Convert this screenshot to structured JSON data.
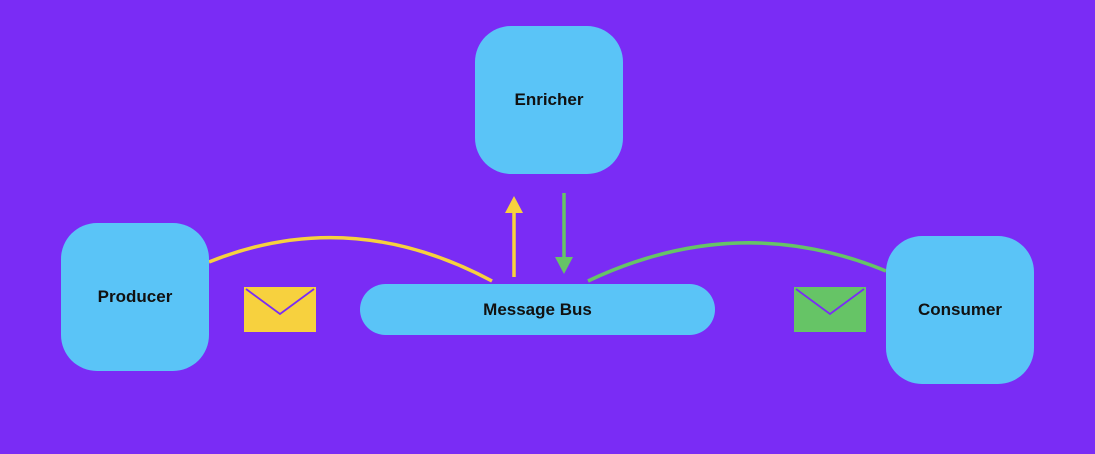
{
  "nodes": {
    "producer": "Producer",
    "enricher": "Enricher",
    "message_bus": "Message Bus",
    "consumer": "Consumer"
  },
  "colors": {
    "background": "#7a2cf5",
    "node_fill": "#5ac4f7",
    "outbound_flow": "#f7d13e",
    "inbound_flow": "#66c466",
    "envelope_stroke": "#7a2cf5"
  },
  "icons": {
    "producer_message": "envelope-icon",
    "consumer_message": "envelope-icon"
  }
}
